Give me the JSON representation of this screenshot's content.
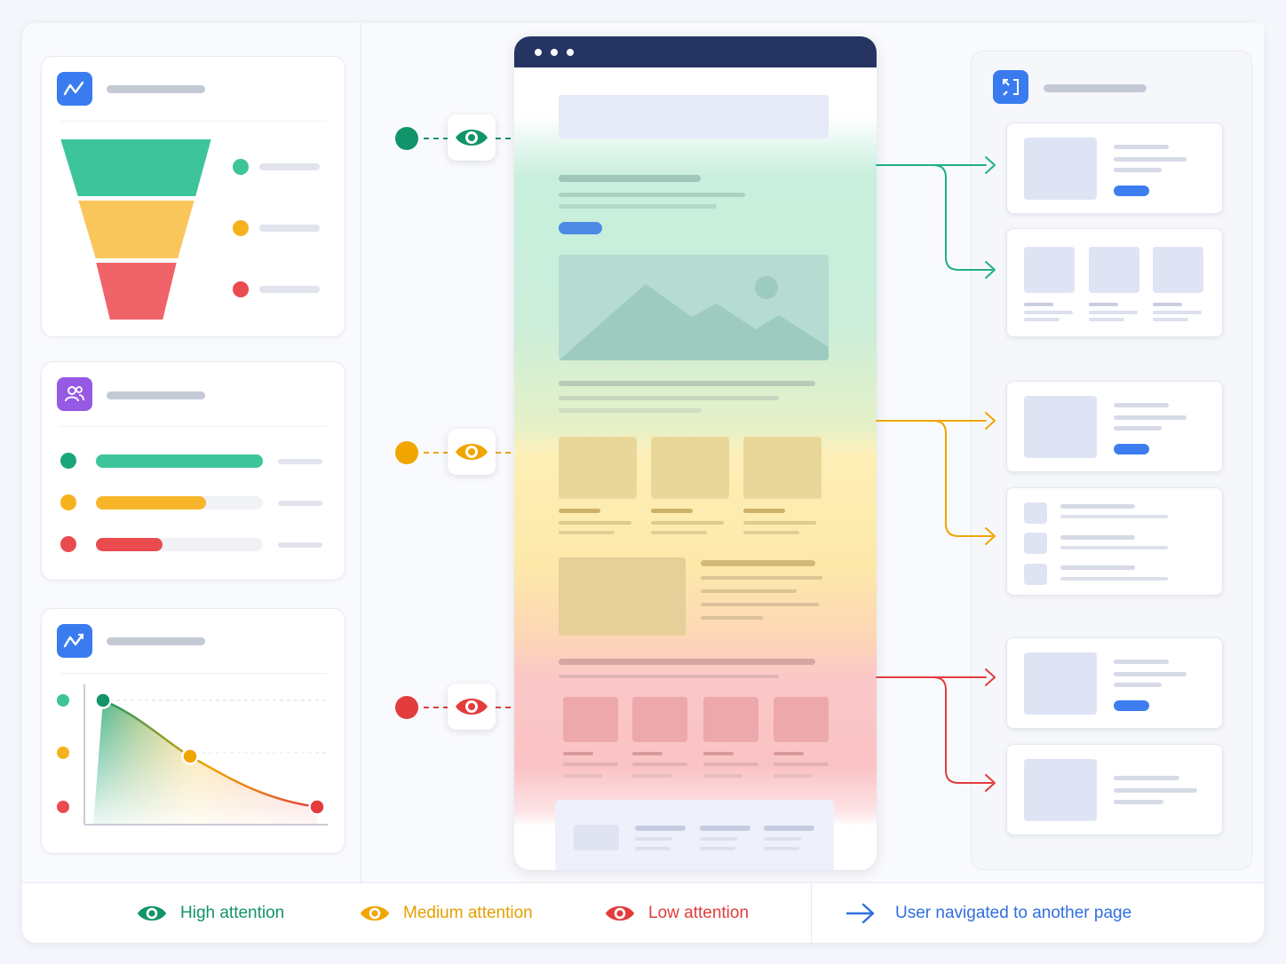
{
  "legend": {
    "high": "High attention",
    "medium": "Medium attention",
    "low": "Low attention",
    "navigated": "User navigated to another page"
  },
  "colors": {
    "high": "#12946a",
    "medium": "#f0a500",
    "low": "#e23c3c",
    "link": "#2f6fe0",
    "header": "#253461"
  },
  "icons": {
    "funnel_card": "trend-line-icon",
    "segments_card": "users-icon",
    "decay_card": "trend-line-icon",
    "pages_panel": "expand-arrows-icon",
    "legend_eye": "eye-icon",
    "legend_arrow": "arrow-right-icon"
  },
  "funnel_levels": [
    "high",
    "medium",
    "low"
  ],
  "segment_levels": [
    {
      "level": "high",
      "fill": 1.0
    },
    {
      "level": "medium",
      "fill": 0.66
    },
    {
      "level": "low",
      "fill": 0.4
    }
  ],
  "attention_curve_levels": [
    "high",
    "medium",
    "low"
  ]
}
